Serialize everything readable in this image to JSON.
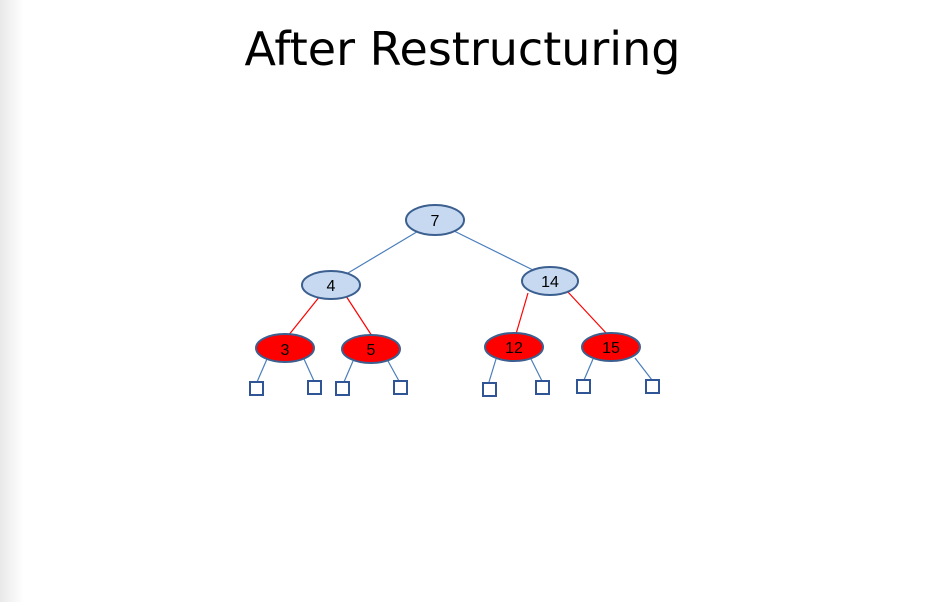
{
  "slide": {
    "title": "After Restructuring"
  },
  "colors": {
    "black_node_fill": "#c6d9f1",
    "node_stroke": "#3b5f8f",
    "red_node_fill": "#ff0000",
    "black_edge": "#4a7ebb",
    "red_edge": "#ff0000",
    "leaf_stroke": "#2f5597"
  },
  "tree": {
    "root": {
      "label": "7",
      "color": "black"
    },
    "left": {
      "label": "4",
      "color": "black"
    },
    "right": {
      "label": "14",
      "color": "black"
    },
    "left_left": {
      "label": "3",
      "color": "red"
    },
    "left_right": {
      "label": "5",
      "color": "red"
    },
    "right_left": {
      "label": "12",
      "color": "red"
    },
    "right_right": {
      "label": "15",
      "color": "red"
    }
  }
}
